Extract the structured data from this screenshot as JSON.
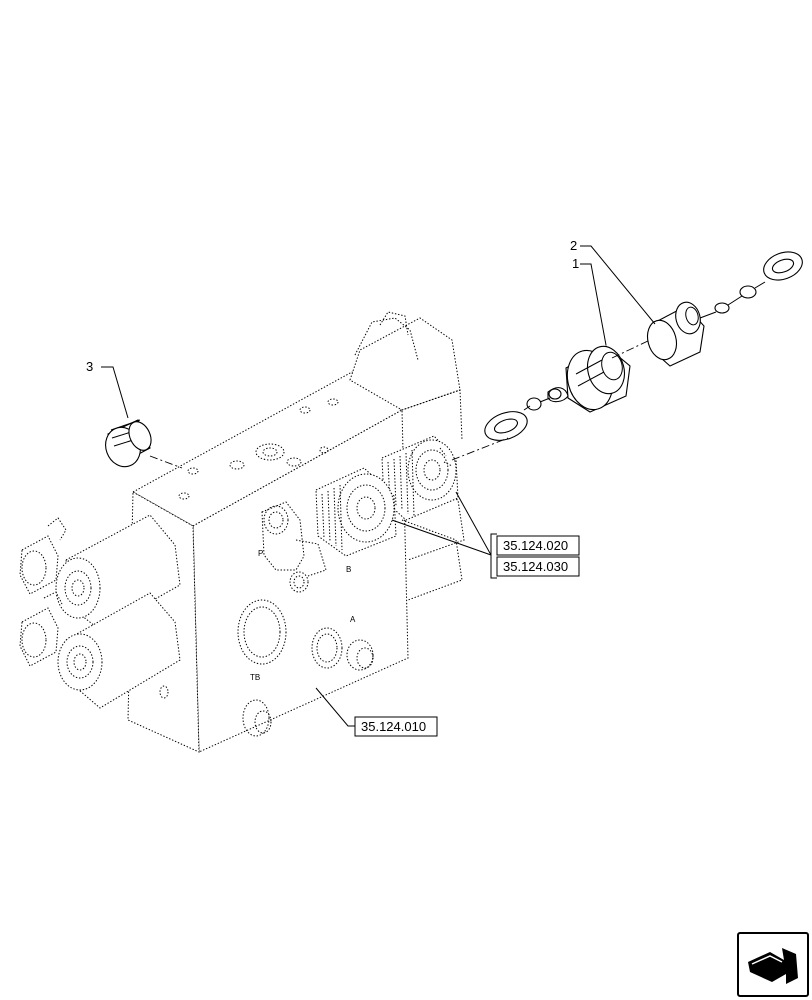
{
  "diagram": {
    "item_numbers": {
      "item1": "1",
      "item2": "2",
      "item3": "3"
    },
    "references": {
      "ref_020": "35.124.020",
      "ref_030": "35.124.030",
      "ref_010": "35.124.010"
    },
    "port_marks": {
      "p": "P",
      "b": "B",
      "a": "A",
      "tb": "TB"
    }
  },
  "nav": {
    "icon": "next-page-arrow-icon"
  }
}
